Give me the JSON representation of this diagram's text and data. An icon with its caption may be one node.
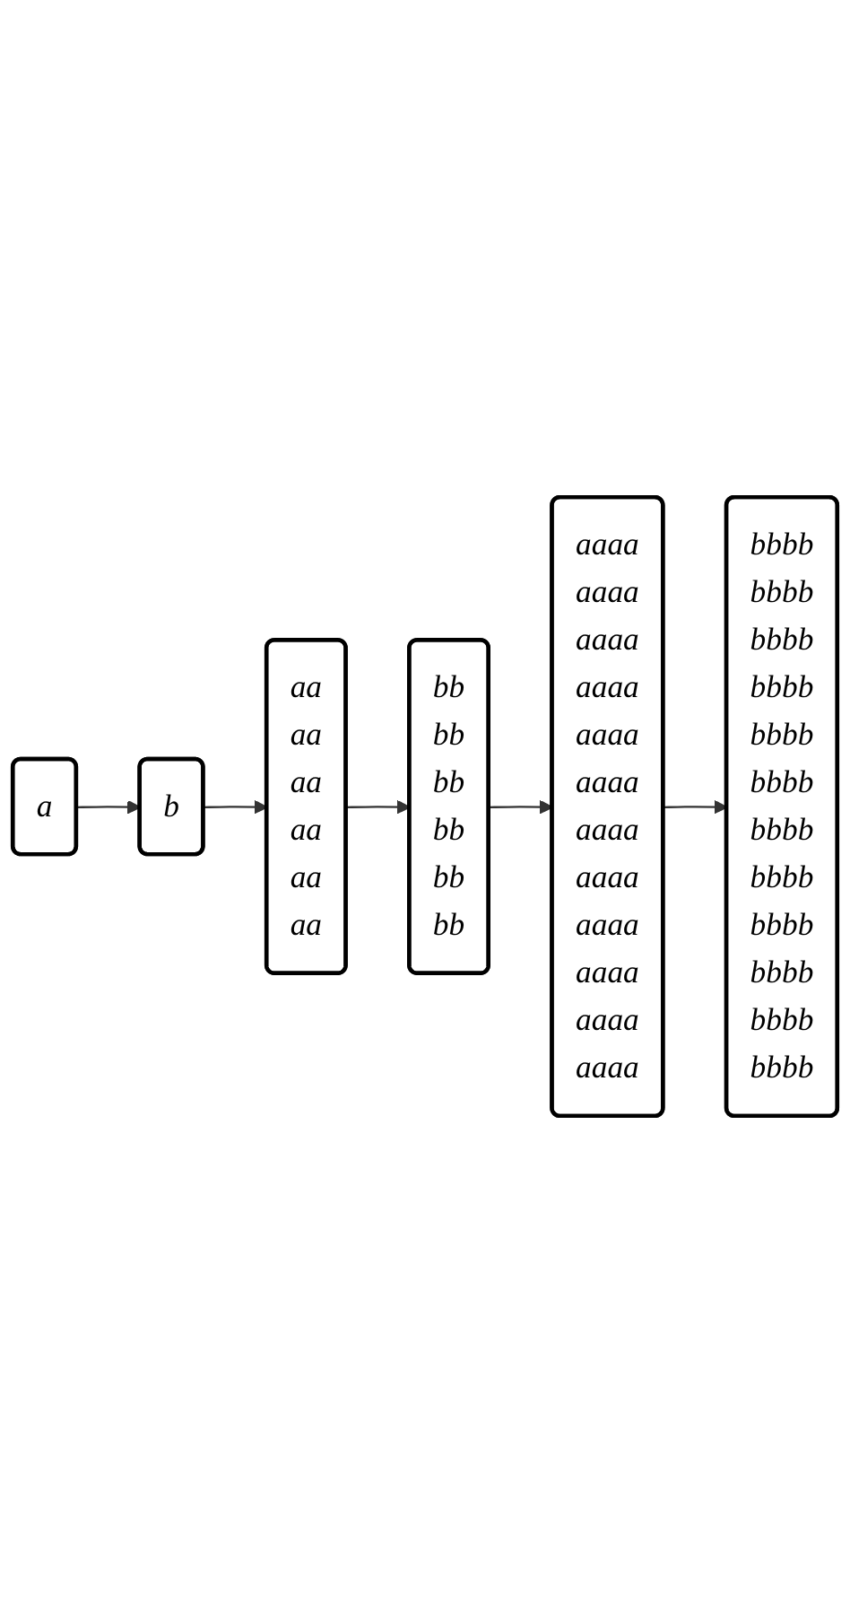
{
  "diagram": {
    "nodes": [
      {
        "text": [
          "a"
        ]
      },
      {
        "text": [
          "b"
        ]
      },
      {
        "text": [
          "aa aa aa aa aa aa"
        ]
      },
      {
        "text": [
          "bb bb bb bb bb bb"
        ]
      },
      {
        "text": [
          "aaaa aaaa aaaa aaaa aaaa aaaa aaaa aaaa aaaa aaaa aaaa aaaa"
        ]
      },
      {
        "text": [
          "bbbb bbbb bbbb bbbb bbbb bbbb bbbb bbbb bbbb bbbb bbbb bbbb"
        ]
      }
    ],
    "edges": [
      {
        "from": 0,
        "to": 1,
        "arrow": "to"
      },
      {
        "from": 1,
        "to": 2,
        "arrow": "to"
      },
      {
        "from": 2,
        "to": 3,
        "arrow": "to"
      },
      {
        "from": 3,
        "to": 4,
        "arrow": "to"
      },
      {
        "from": 4,
        "to": 5,
        "arrow": "to"
      }
    ]
  }
}
